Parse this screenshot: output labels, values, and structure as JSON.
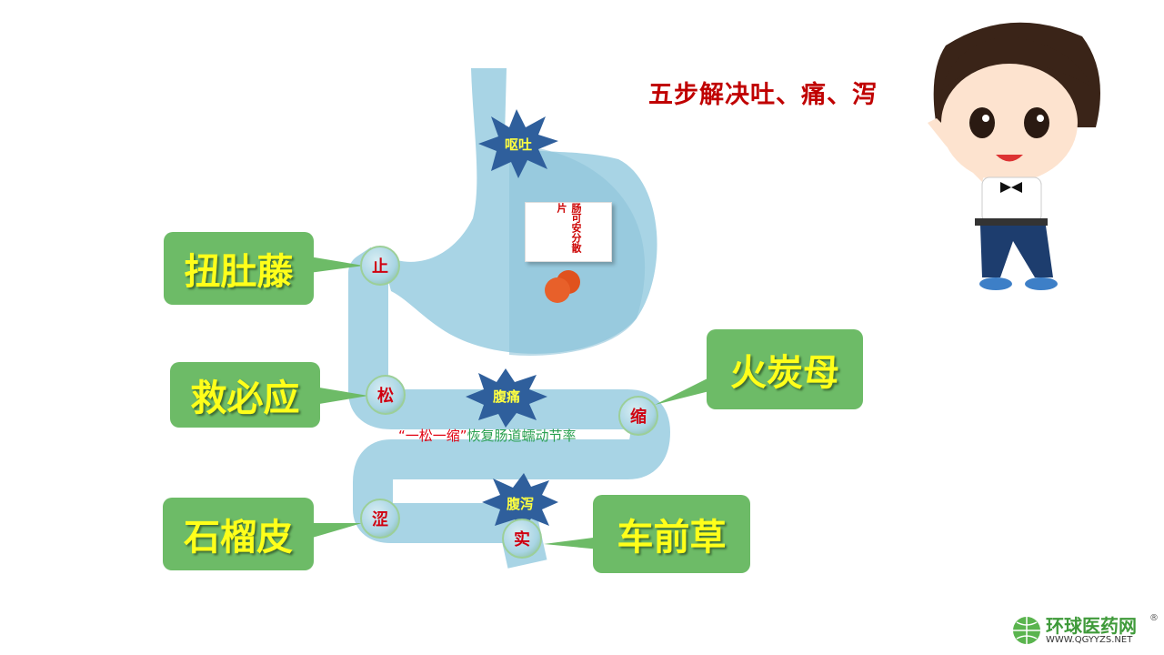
{
  "title": "五步解决吐、痛、泻",
  "herbs": {
    "top_left": "扭肚藤",
    "mid_left": "救必应",
    "bottom_left": "石榴皮",
    "mid_right": "火炭母",
    "bottom_right": "车前草"
  },
  "bubbles": {
    "stop": "止",
    "relax": "松",
    "contract": "缩",
    "astringe": "涩",
    "solid": "实"
  },
  "symptoms": {
    "vomit": "呕吐",
    "pain": "腹痛",
    "diarrhea": "腹泻"
  },
  "caption": {
    "highlight": "“一松一缩”",
    "rest": "恢复肠道蠕动节率"
  },
  "product": {
    "name": "肠可安分散片"
  },
  "logo": {
    "name": "环球医药网",
    "url": "WWW.QGYYZS.NET",
    "reg": "®"
  },
  "colors": {
    "tract": "#a8d4e5",
    "box": "#6dbb67",
    "title": "#c00000",
    "star": "#2f5f9c"
  }
}
